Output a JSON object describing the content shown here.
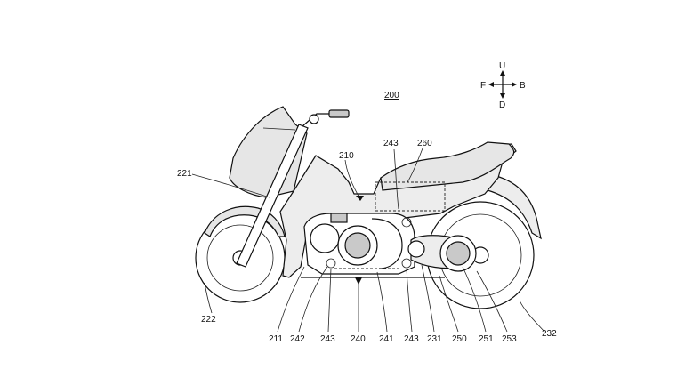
{
  "figure_number": "200",
  "compass": {
    "up": "U",
    "down": "D",
    "front": "F",
    "back": "B"
  },
  "labels": {
    "l221": "221",
    "l210": "210",
    "l243_top": "243",
    "l260": "260",
    "l222": "222",
    "l211": "211",
    "l242": "242",
    "l243_a": "243",
    "l240": "240",
    "l241": "241",
    "l243_b": "243",
    "l231": "231",
    "l250": "250",
    "l251": "251",
    "l253": "253",
    "l232": "232"
  }
}
